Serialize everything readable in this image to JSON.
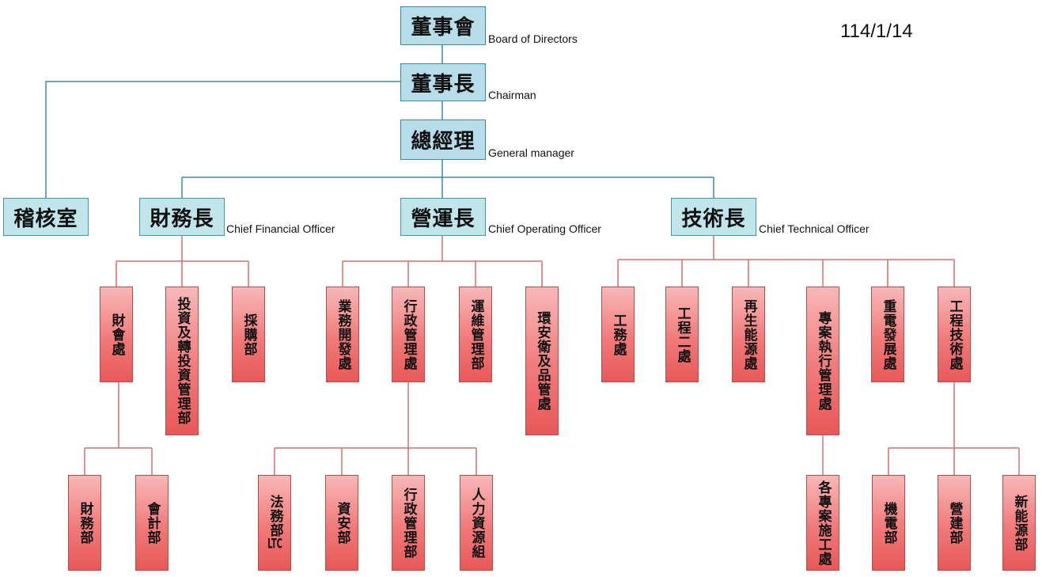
{
  "date": "114/1/14",
  "top": {
    "board": {
      "zh": "董事會",
      "en": "Board of Directors"
    },
    "chairman": {
      "zh": "董事長",
      "en": "Chairman"
    },
    "gm": {
      "zh": "總經理",
      "en": "General manager"
    }
  },
  "audit": {
    "zh": "稽核室"
  },
  "cfo": {
    "zh": "財務長",
    "en": "Chief Financial Officer"
  },
  "coo": {
    "zh": "營運長",
    "en": "Chief Operating Officer"
  },
  "cto": {
    "zh": "技術長",
    "en": "Chief Technical Officer"
  },
  "units": {
    "finance_accounting": "財會處",
    "investment": "投資及轉投資管理部",
    "procurement": "採購部",
    "business_dev": "業務開發處",
    "admin_mgmt": "行政管理處",
    "operations_maint": "運維管理部",
    "ehs_quality": "環安衛及品管處",
    "engineering": "工務處",
    "engineering2": "工程二處",
    "renewable": "再生能源處",
    "project_exec": "專案執行管理處",
    "heavy_power": "重電發展處",
    "eng_tech": "工程技術處",
    "finance_dept": "財務部",
    "accounting_dept": "會計部",
    "legal": "法務部LTC",
    "infosec": "資安部",
    "admin_dept": "行政管理部",
    "hr": "人力資源組",
    "site_projects": "各專案施工處",
    "electromech": "機電部",
    "construction": "營建部",
    "new_energy": "新能源部"
  }
}
